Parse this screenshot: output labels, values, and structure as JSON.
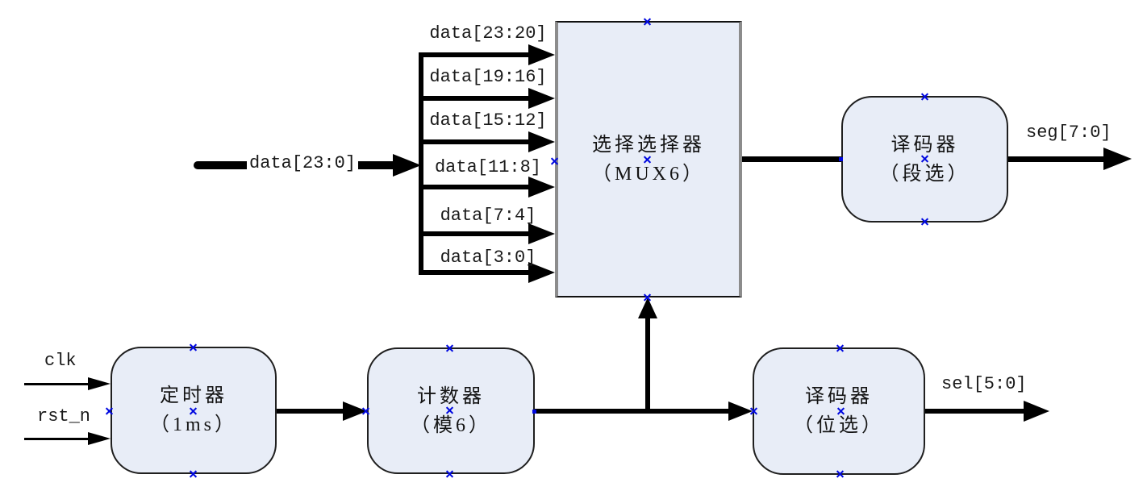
{
  "diagram": {
    "blocks": {
      "mux": {
        "line1": "选择选择器",
        "line2": "（MUX6）"
      },
      "seg_decoder": {
        "line1": "译码器",
        "line2": "（段选）"
      },
      "timer": {
        "line1": "定时器",
        "line2": "（1ms）"
      },
      "counter": {
        "line1": "计数器",
        "line2": "（模6）"
      },
      "bit_decoder": {
        "line1": "译码器",
        "line2": "（位选）"
      }
    },
    "labels": {
      "bus_input": "data[23:0]",
      "branches": [
        "data[23:20]",
        "data[19:16]",
        "data[15:12]",
        "data[11:8]",
        "data[7:4]",
        "data[3:0]"
      ],
      "clk": "clk",
      "rst": "rst_n",
      "seg_out": "seg[7:0]",
      "sel_out": "sel[5:0]"
    },
    "colors": {
      "block_fill": "#e8edf7",
      "block_border": "#1f1f1f",
      "mux_side_border": "#8c8c8c",
      "wire": "#000000",
      "selection_handle": "#0008e0",
      "background": "#ffffff"
    }
  }
}
